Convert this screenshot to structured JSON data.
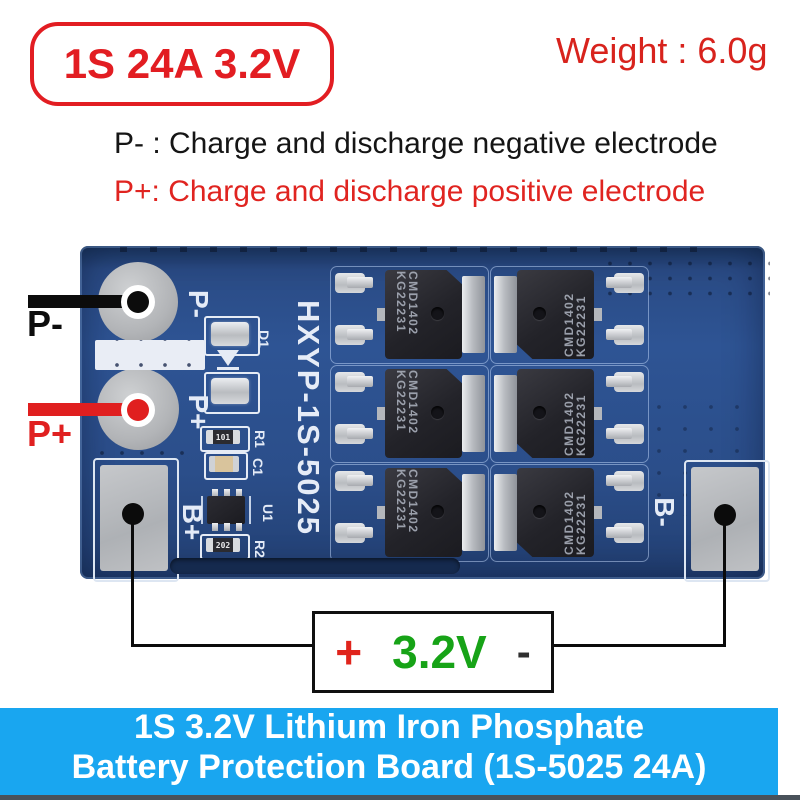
{
  "badge": {
    "label": "1S 24A 3.2V"
  },
  "weight": {
    "label": "Weight : 6.0g"
  },
  "notes": {
    "negative": "P- : Charge and discharge negative electrode",
    "positive": "P+: Charge and discharge positive electrode"
  },
  "wires": {
    "negative_label": "P-",
    "positive_label": "P+"
  },
  "pcb": {
    "silkscreen_model": "HXYP-1S-5025",
    "pads": {
      "p_minus": "P-",
      "p_plus": "P+",
      "b_plus": "B+",
      "b_minus": "B-"
    },
    "refs": {
      "d1": "D1",
      "r1": "R1",
      "c1": "C1",
      "u1": "U1",
      "r2": "R2"
    },
    "markings": {
      "r1": "101",
      "r2": "202"
    },
    "mosfet": {
      "line1": "CMD1402",
      "line2": "KG22231"
    }
  },
  "battery": {
    "plus_sign": "+",
    "voltage": "3.2V",
    "minus_sign": "-"
  },
  "banner": {
    "line1": "1S 3.2V Lithium Iron Phosphate",
    "line2": "Battery Protection Board (1S-5025 24A)"
  },
  "colors": {
    "red": "#e02020",
    "green": "#17a317",
    "banner_blue": "#19a6f0",
    "board_blue": "#2e5494"
  }
}
